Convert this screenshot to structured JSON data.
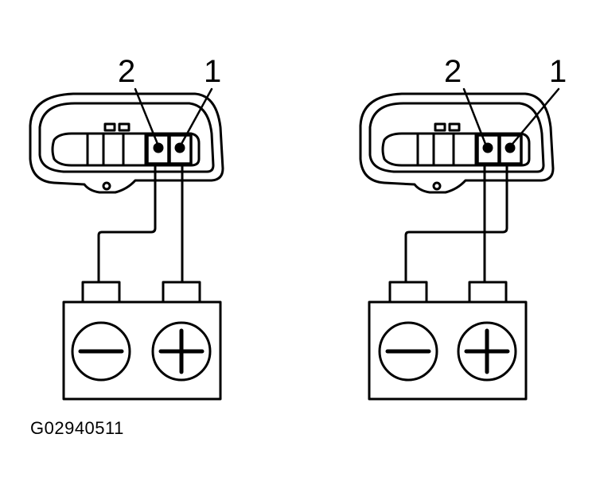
{
  "figure_code": "G02940511",
  "panels": [
    {
      "pin_label_2": "2",
      "pin_label_1": "1"
    },
    {
      "pin_label_2": "2",
      "pin_label_1": "1"
    }
  ]
}
